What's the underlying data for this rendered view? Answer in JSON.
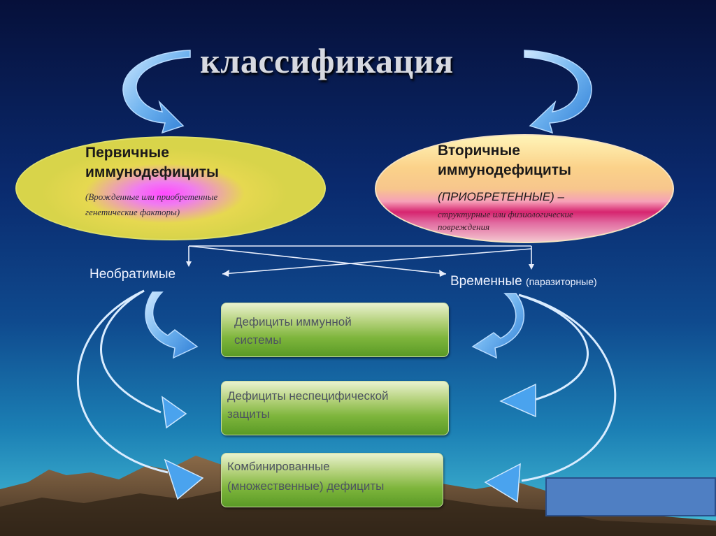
{
  "title": "классификация",
  "primary": {
    "title_line1": "Первичные",
    "title_line2": "иммунодефициты",
    "sub_line1": "(Врожденные или приобретенные",
    "sub_line2": "генетические факторы)"
  },
  "secondary": {
    "title_line1": "Вторичные",
    "title_line2": "иммунодефициты",
    "sub_line1": "(ПРИОБРЕТЕННЫЕ) –",
    "sub_line2": "структурные или физиологические",
    "sub_line3": "повреждения"
  },
  "labels": {
    "irreversible": "Необратимые",
    "temporary": "Временные",
    "temporary_note": "(паразиторные)"
  },
  "boxes": [
    {
      "line1": "Дефициты иммунной",
      "line2": "системы"
    },
    {
      "line1": "Дефициты неспецифической",
      "line2": "защиты"
    },
    {
      "line1": "Комбинированные",
      "line2": "(множественные) дефициты"
    }
  ],
  "colors": {
    "arrow_fill": "#6fb3ef",
    "box_green": "#7eb53c",
    "blue_rect": "#4f7fc3"
  }
}
